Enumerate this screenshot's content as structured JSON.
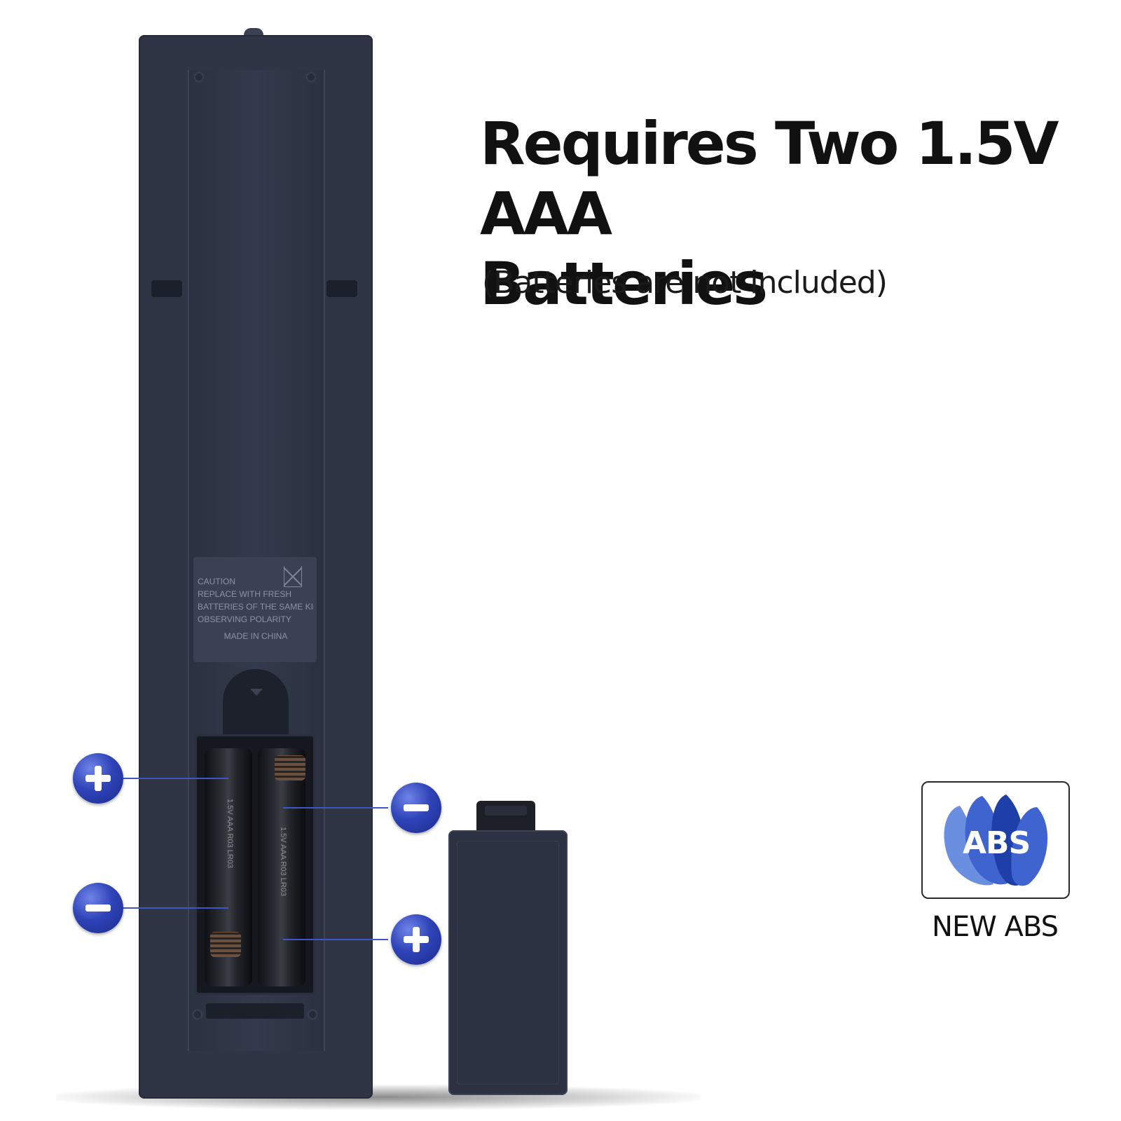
{
  "headline": {
    "line1": "Requires Two 1.5V AAA",
    "line2": "Batteries",
    "subtitle": "(Batteries are not included)"
  },
  "remote_label": {
    "line1": "CAUTION",
    "line2": "REPLACE WITH FRESH",
    "line3": "BATTERIES OF THE SAME KIND",
    "line4": "OBSERVING POLARITY",
    "line5": "MADE IN CHINA"
  },
  "battery_print": {
    "left": "1.5V AAA R03 LR03",
    "right": "1.5V AAA R03 LR03"
  },
  "polarity_markers": [
    {
      "name": "battery-1-top",
      "sign": "+"
    },
    {
      "name": "battery-1-bottom",
      "sign": "-"
    },
    {
      "name": "battery-2-top",
      "sign": "-"
    },
    {
      "name": "battery-2-bottom",
      "sign": "+"
    }
  ],
  "badge": {
    "logo_text": "ABS",
    "caption": "NEW ABS"
  },
  "colors": {
    "remote_body": "#2f3545",
    "polarity_blue": "#2f44b8",
    "logo_light": "#6b8fe0",
    "logo_mid": "#3f63cf",
    "logo_dark": "#1f3fa8"
  }
}
